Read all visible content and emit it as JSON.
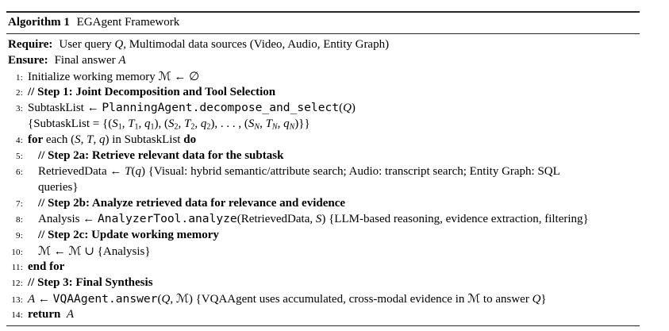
{
  "page": {
    "background": "#ffffff",
    "text_color": "#000000",
    "rule_color": "#262626"
  },
  "algorithm": {
    "header": {
      "label": "Algorithm 1",
      "title": "EGAgent Framework"
    },
    "preamble": [
      {
        "label": "Require:",
        "segments": [
          {
            "t": "User query ",
            "s": "n"
          },
          {
            "t": "Q",
            "s": "i"
          },
          {
            "t": ", Multimodal data sources (Video, Audio, Entity Graph)",
            "s": "n"
          }
        ]
      },
      {
        "label": "Ensure:",
        "segments": [
          {
            "t": "Final answer ",
            "s": "n"
          },
          {
            "t": "A",
            "s": "i"
          }
        ]
      }
    ],
    "lines": [
      {
        "num": "1:",
        "indent": 0,
        "segments": [
          {
            "t": "Initialize working memory ",
            "s": "n"
          },
          {
            "t": "ℳ",
            "s": "cal"
          },
          {
            "t": " ← ∅",
            "s": "n"
          }
        ]
      },
      {
        "num": "2:",
        "indent": 0,
        "segments": [
          {
            "t": "// Step 1: Joint Decomposition and Tool Selection",
            "s": "b"
          }
        ]
      },
      {
        "num": "3:",
        "indent": 0,
        "segments": [
          {
            "t": "SubtaskList ← ",
            "s": "n"
          },
          {
            "t": "PlanningAgent.decompose_and_select",
            "s": "c"
          },
          {
            "t": "(",
            "s": "n"
          },
          {
            "t": "Q",
            "s": "i"
          },
          {
            "t": ")",
            "s": "n"
          }
        ]
      },
      {
        "num": "",
        "indent": 0,
        "continuation": true,
        "segments": [
          {
            "t": "{SubtaskList = {(",
            "s": "n"
          },
          {
            "t": "S",
            "s": "i"
          },
          {
            "t": "1",
            "s": "sub"
          },
          {
            "t": ", ",
            "s": "n"
          },
          {
            "t": "T",
            "s": "i"
          },
          {
            "t": "1",
            "s": "sub"
          },
          {
            "t": ", ",
            "s": "n"
          },
          {
            "t": "q",
            "s": "i"
          },
          {
            "t": "1",
            "s": "sub"
          },
          {
            "t": "), (",
            "s": "n"
          },
          {
            "t": "S",
            "s": "i"
          },
          {
            "t": "2",
            "s": "sub"
          },
          {
            "t": ", ",
            "s": "n"
          },
          {
            "t": "T",
            "s": "i"
          },
          {
            "t": "2",
            "s": "sub"
          },
          {
            "t": ", ",
            "s": "n"
          },
          {
            "t": "q",
            "s": "i"
          },
          {
            "t": "2",
            "s": "sub"
          },
          {
            "t": "), . . . , (",
            "s": "n"
          },
          {
            "t": "S",
            "s": "i"
          },
          {
            "t": "N",
            "s": "isub"
          },
          {
            "t": ", ",
            "s": "n"
          },
          {
            "t": "T",
            "s": "i"
          },
          {
            "t": "N",
            "s": "isub"
          },
          {
            "t": ", ",
            "s": "n"
          },
          {
            "t": "q",
            "s": "i"
          },
          {
            "t": "N",
            "s": "isub"
          },
          {
            "t": ")}}",
            "s": "n"
          }
        ]
      },
      {
        "num": "4:",
        "indent": 0,
        "segments": [
          {
            "t": "for",
            "s": "b"
          },
          {
            "t": " each (",
            "s": "n"
          },
          {
            "t": "S",
            "s": "i"
          },
          {
            "t": ", ",
            "s": "n"
          },
          {
            "t": "T",
            "s": "i"
          },
          {
            "t": ", ",
            "s": "n"
          },
          {
            "t": "q",
            "s": "i"
          },
          {
            "t": ") in SubtaskList ",
            "s": "n"
          },
          {
            "t": "do",
            "s": "b"
          }
        ]
      },
      {
        "num": "5:",
        "indent": 1,
        "segments": [
          {
            "t": "// Step 2a: Retrieve relevant data for the subtask",
            "s": "b"
          }
        ]
      },
      {
        "num": "6:",
        "indent": 1,
        "segments": [
          {
            "t": "RetrievedData ← ",
            "s": "n"
          },
          {
            "t": "T",
            "s": "i"
          },
          {
            "t": "(",
            "s": "n"
          },
          {
            "t": "q",
            "s": "i"
          },
          {
            "t": ") {Visual: hybrid semantic/attribute search; Audio: transcript search; Entity Graph: SQL",
            "s": "n"
          }
        ]
      },
      {
        "num": "",
        "indent": 1,
        "continuation": true,
        "segments": [
          {
            "t": "queries}",
            "s": "n"
          }
        ]
      },
      {
        "num": "7:",
        "indent": 1,
        "segments": [
          {
            "t": "// Step 2b: Analyze retrieved data for relevance and evidence",
            "s": "b"
          }
        ]
      },
      {
        "num": "8:",
        "indent": 1,
        "segments": [
          {
            "t": "Analysis ← ",
            "s": "n"
          },
          {
            "t": "AnalyzerTool.analyze",
            "s": "c"
          },
          {
            "t": "(RetrievedData, ",
            "s": "n"
          },
          {
            "t": "S",
            "s": "i"
          },
          {
            "t": ") {LLM-based reasoning, evidence extraction, filtering}",
            "s": "n"
          }
        ]
      },
      {
        "num": "9:",
        "indent": 1,
        "segments": [
          {
            "t": "// Step 2c: Update working memory",
            "s": "b"
          }
        ]
      },
      {
        "num": "10:",
        "indent": 1,
        "segments": [
          {
            "t": "ℳ",
            "s": "cal"
          },
          {
            "t": " ← ",
            "s": "n"
          },
          {
            "t": "ℳ",
            "s": "cal"
          },
          {
            "t": " ∪ {Analysis}",
            "s": "n"
          }
        ]
      },
      {
        "num": "11:",
        "indent": 0,
        "segments": [
          {
            "t": "end for",
            "s": "b"
          }
        ]
      },
      {
        "num": "12:",
        "indent": 0,
        "segments": [
          {
            "t": "// Step 3: Final Synthesis",
            "s": "b"
          }
        ]
      },
      {
        "num": "13:",
        "indent": 0,
        "segments": [
          {
            "t": "A",
            "s": "i"
          },
          {
            "t": " ← ",
            "s": "n"
          },
          {
            "t": "VQAAgent.answer",
            "s": "c"
          },
          {
            "t": "(",
            "s": "n"
          },
          {
            "t": "Q",
            "s": "i"
          },
          {
            "t": ", ",
            "s": "n"
          },
          {
            "t": "ℳ",
            "s": "cal"
          },
          {
            "t": ") {VQAAgent uses accumulated, cross-modal evidence in ",
            "s": "n"
          },
          {
            "t": "ℳ",
            "s": "cal"
          },
          {
            "t": " to answer ",
            "s": "n"
          },
          {
            "t": "Q",
            "s": "i"
          },
          {
            "t": "}",
            "s": "n"
          }
        ]
      },
      {
        "num": "14:",
        "indent": 0,
        "segments": [
          {
            "t": "return",
            "s": "b"
          },
          {
            "t": "  ",
            "s": "n"
          },
          {
            "t": "A",
            "s": "i"
          }
        ]
      }
    ]
  }
}
